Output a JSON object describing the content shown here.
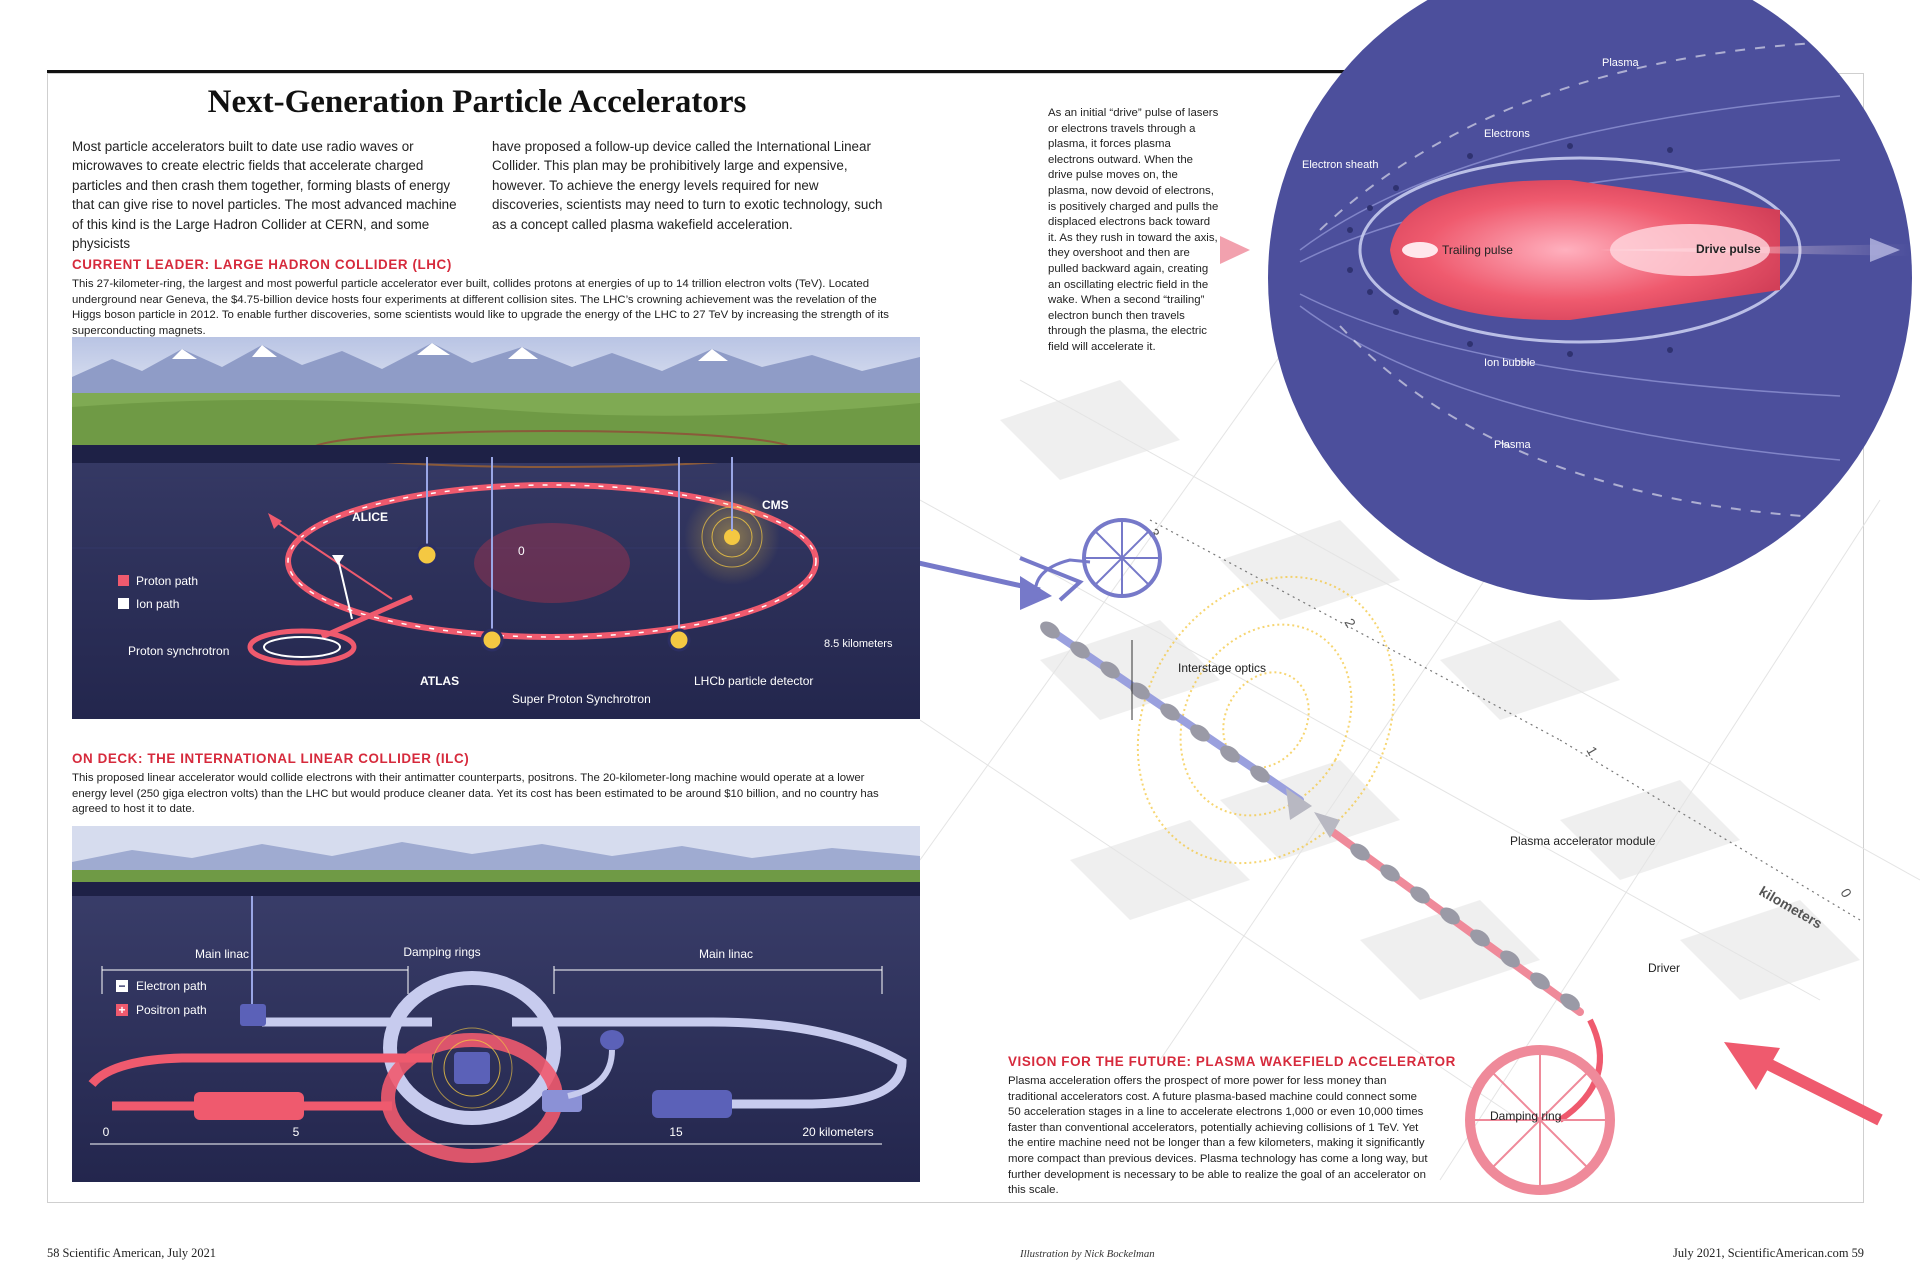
{
  "title": "Next-Generation Particle Accelerators",
  "intro": {
    "col1": "Most particle accelerators built to date use radio waves or microwaves to create electric fields that accelerate charged particles and then crash them together, forming blasts of energy that can give rise to novel particles. The most advanced machine of this kind is the Large Hadron Collider at CERN, and some physicists",
    "col2": "have proposed a follow-up device called the International Linear Collider. This plan may be prohibitively large and expensive, however. To achieve the energy levels required for new discoveries, scientists may need to turn to exotic technology, such as a concept called plasma wakefield acceleration."
  },
  "lhc": {
    "heading": "CURRENT LEADER: LARGE HADRON COLLIDER (LHC)",
    "body": "This 27-kilometer-ring, the largest and most powerful particle accelerator ever built, collides protons at energies of up to 14 trillion electron volts (TeV). Located underground near Geneva, the $4.75-billion device hosts four experiments at different collision sites. The LHC’s crowning achievement was the revelation of the Higgs boson particle in 2012. To enable further discoveries, some scientists would like to upgrade the energy of the LHC to 27 TeV by increasing the strength of its superconducting magnets.",
    "labels": {
      "alice": "ALICE",
      "cms": "CMS",
      "atlas": "ATLAS",
      "lhcb": "LHCb particle detector",
      "sps": "Super Proton Synchrotron",
      "ps": "Proton synchrotron",
      "zero": "0",
      "km": "8.5 kilometers"
    },
    "legend": {
      "proton": "Proton path",
      "ion": "Ion path"
    }
  },
  "ilc": {
    "heading": "ON DECK: THE INTERNATIONAL LINEAR COLLIDER (ILC)",
    "body": "This proposed linear accelerator would collide electrons with their antimatter counterparts, positrons. The 20-kilometer-long machine would operate at a lower energy level (250 giga electron volts) than the LHC but would produce cleaner data. Yet its cost has been estimated to be around $10 billion, and no country has agreed to host it to date.",
    "labels": {
      "main_linac_left": "Main linac",
      "damping": "Damping rings",
      "main_linac_right": "Main linac"
    },
    "legend": {
      "electron": "Electron path",
      "positron": "Positron path",
      "minus": "−",
      "plus": "+"
    },
    "scale": [
      "0",
      "5",
      "15",
      "20 kilometers"
    ]
  },
  "plasma": {
    "text": "As an initial “drive” pulse of lasers or electrons travels through a plasma, it forces plasma electrons outward. When the drive pulse moves on, the plasma, now devoid of electrons, is positively charged and pulls the displaced electrons back toward it. As they rush in toward the axis, they overshoot and then are pulled backward again, creating an oscillating electric field in the wake. When a second “trailing” electron bunch then travels through the plasma, the electric field will accelerate it.",
    "labels": {
      "plasma_top": "Plasma",
      "electrons": "Electrons",
      "sheath": "Electron sheath",
      "trailing": "Trailing pulse",
      "drive": "Drive pulse",
      "ion_bubble": "Ion bubble",
      "plasma_bottom": "Plasma"
    }
  },
  "future": {
    "heading": "VISION FOR THE FUTURE: PLASMA WAKEFIELD ACCELERATOR",
    "body": "Plasma acceleration offers the prospect of more power for less money than traditional accelerators cost. A future plasma-based machine could connect some 50 acceleration stages in a line to accelerate electrons 1,000 or even 10,000 times faster than conventional accelerators, potentially achieving collisions of 1 TeV. Yet the entire machine need not be longer than a few kilometers, making it significantly more compact than previous devices. Plasma technology has come a long way, but further development is necessary to be able to realize the goal of an accelerator on this scale.",
    "labels": {
      "interstage": "Interstage optics",
      "module": "Plasma accelerator module",
      "driver": "Driver",
      "damping_ring": "Damping ring",
      "km": "kilometers",
      "t0": "0",
      "t1": "1",
      "t2": "2",
      "t3": "3"
    }
  },
  "footer": {
    "left": "58  Scientific American, July 2021",
    "credit": "Illustration by Nick Bockelman",
    "right": "July 2021, ScientificAmerican.com  59"
  },
  "colors": {
    "accent_red": "#d62a3c",
    "navy": "#2c2f63",
    "plasma_purple": "#4c4f9c",
    "proton_pink": "#ef5a6e",
    "ion_white": "#ffffff",
    "glow_yellow": "#f4c842"
  }
}
